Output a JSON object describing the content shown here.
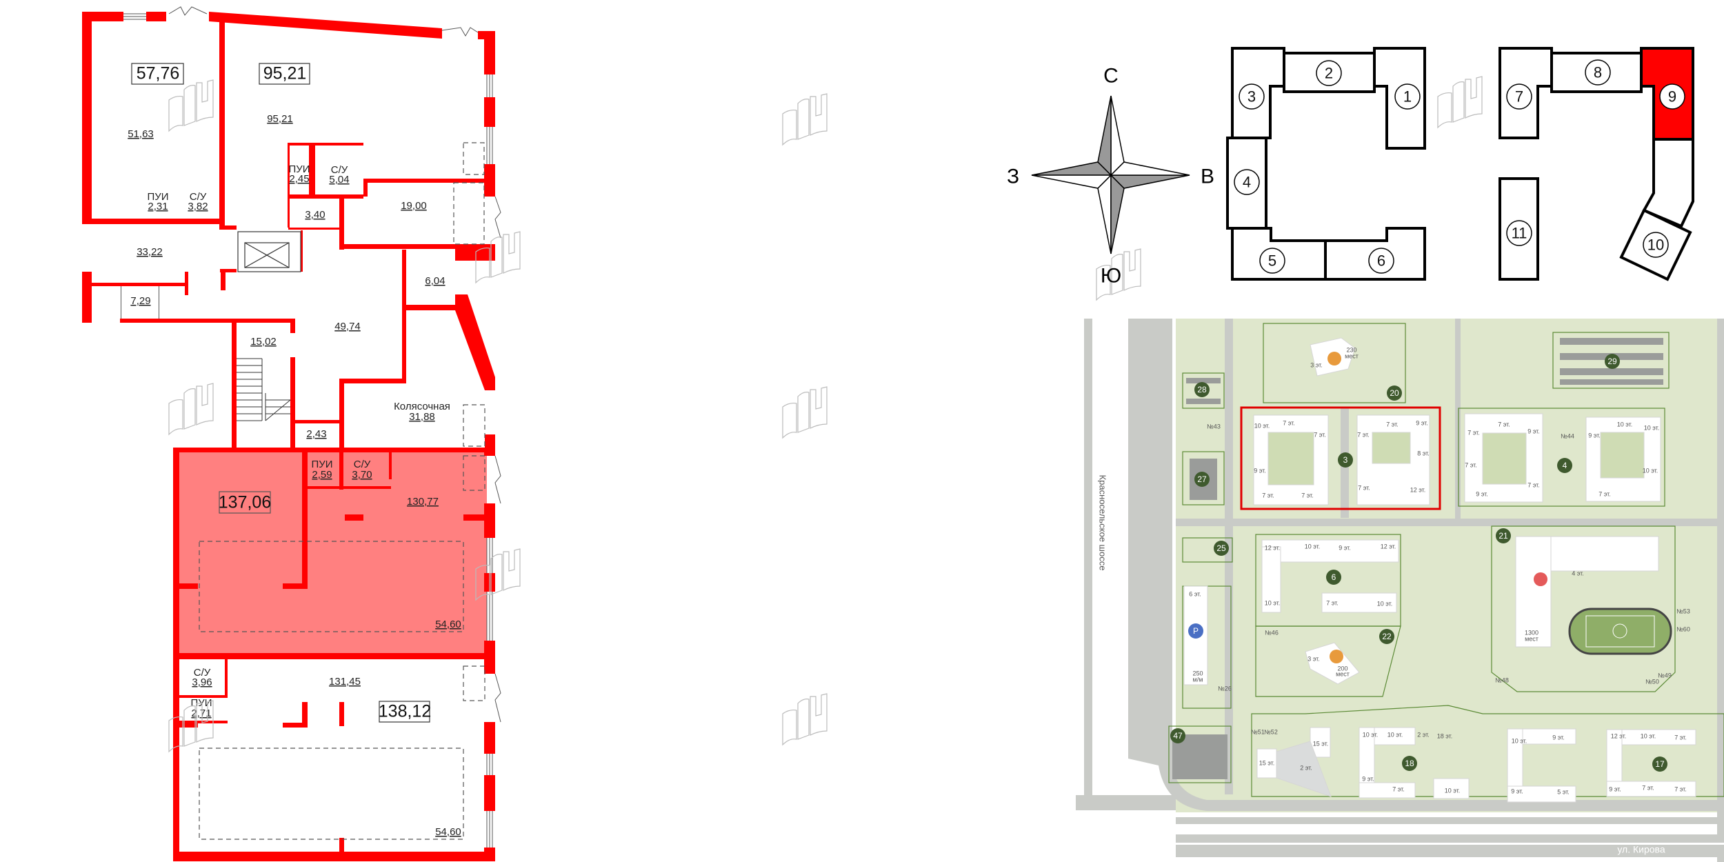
{
  "floor_plan": {
    "units": [
      {
        "area": "57,76",
        "selected": false
      },
      {
        "area": "95,21",
        "selected": false
      },
      {
        "area": "137,06",
        "selected": true
      },
      {
        "area": "138,12",
        "selected": false
      }
    ],
    "room_labels": [
      "51,63",
      "ПУИ",
      "2,31",
      "С/У",
      "3,82",
      "95,21",
      "ПУИ",
      "2,45",
      "С/У",
      "5,04",
      "3,40",
      "19,00",
      "33,22",
      "7,29",
      "6,04",
      "49,74",
      "15,02",
      "Колясочная",
      "31,88",
      "2,43",
      "ПУИ",
      "2,59",
      "С/У",
      "3,70",
      "130,77",
      "54,60",
      "С/У",
      "3,96",
      "ПУИ",
      "2,71",
      "131,45",
      "54,60"
    ],
    "colors": {
      "wall": "#ff0000",
      "selected_fill": "#ff8080"
    }
  },
  "compass": {
    "north": "С",
    "west": "З",
    "east": "В",
    "south": "Ю"
  },
  "building_scheme": {
    "sections": [
      "1",
      "2",
      "3",
      "4",
      "5",
      "6",
      "7",
      "8",
      "9",
      "10",
      "11"
    ],
    "selected_section": "9",
    "selected_color": "#ff0000"
  },
  "site_map": {
    "markers": [
      "20",
      "29",
      "28",
      "27",
      "3",
      "4",
      "25",
      "6",
      "21",
      "22",
      "47",
      "18",
      "17"
    ],
    "highlighted_block": "3",
    "street_left": "Красносельское шоссе",
    "street_bottom": "ул. Кирова",
    "labels": [
      "230",
      "мест",
      "3 эт.",
      "10 эт.",
      "7 эт.",
      "7 эт.",
      "9 эт.",
      "7 эт.",
      "7 эт.",
      "7 эт.",
      "9 эт.",
      "7 эт.",
      "8 эт.",
      "7 эт.",
      "12 эт.",
      "7 эт.",
      "9 эт.",
      "7 эт.",
      "7 эт.",
      "9 эт.",
      "7 эт.",
      "10 эт.",
      "10 эт.",
      "9 эт.",
      "10 эт.",
      "7 эт.",
      "№43",
      "№44",
      "12 эт.",
      "10 эт.",
      "9 эт.",
      "12 эт.",
      "4 эт.",
      "6 эт.",
      "10 эт.",
      "7 эт.",
      "10 эт.",
      "1300",
      "мест",
      "250",
      "м/м",
      "3 эт.",
      "200",
      "мест",
      "15 эт.",
      "15 эт.",
      "2 эт.",
      "10 эт.",
      "10 эт.",
      "2 эт.",
      "18 эт.",
      "9 эт.",
      "7 эт.",
      "10 эт.",
      "10 эт.",
      "9 эт.",
      "9 эт.",
      "5 эт.",
      "12 эт.",
      "10 эт.",
      "7 эт.",
      "9 эт.",
      "7 эт.",
      "7 эт.",
      "№46",
      "№53",
      "№60",
      "№26",
      "№48",
      "№50",
      "№49",
      "№51",
      "№52"
    ],
    "parking_icon": "P",
    "colors": {
      "marker": "#3f5a2e",
      "kindergarten": "#e89a3c",
      "school": "#e45a5a",
      "parking": "#4a6fc4",
      "selection": "#e00000"
    }
  }
}
